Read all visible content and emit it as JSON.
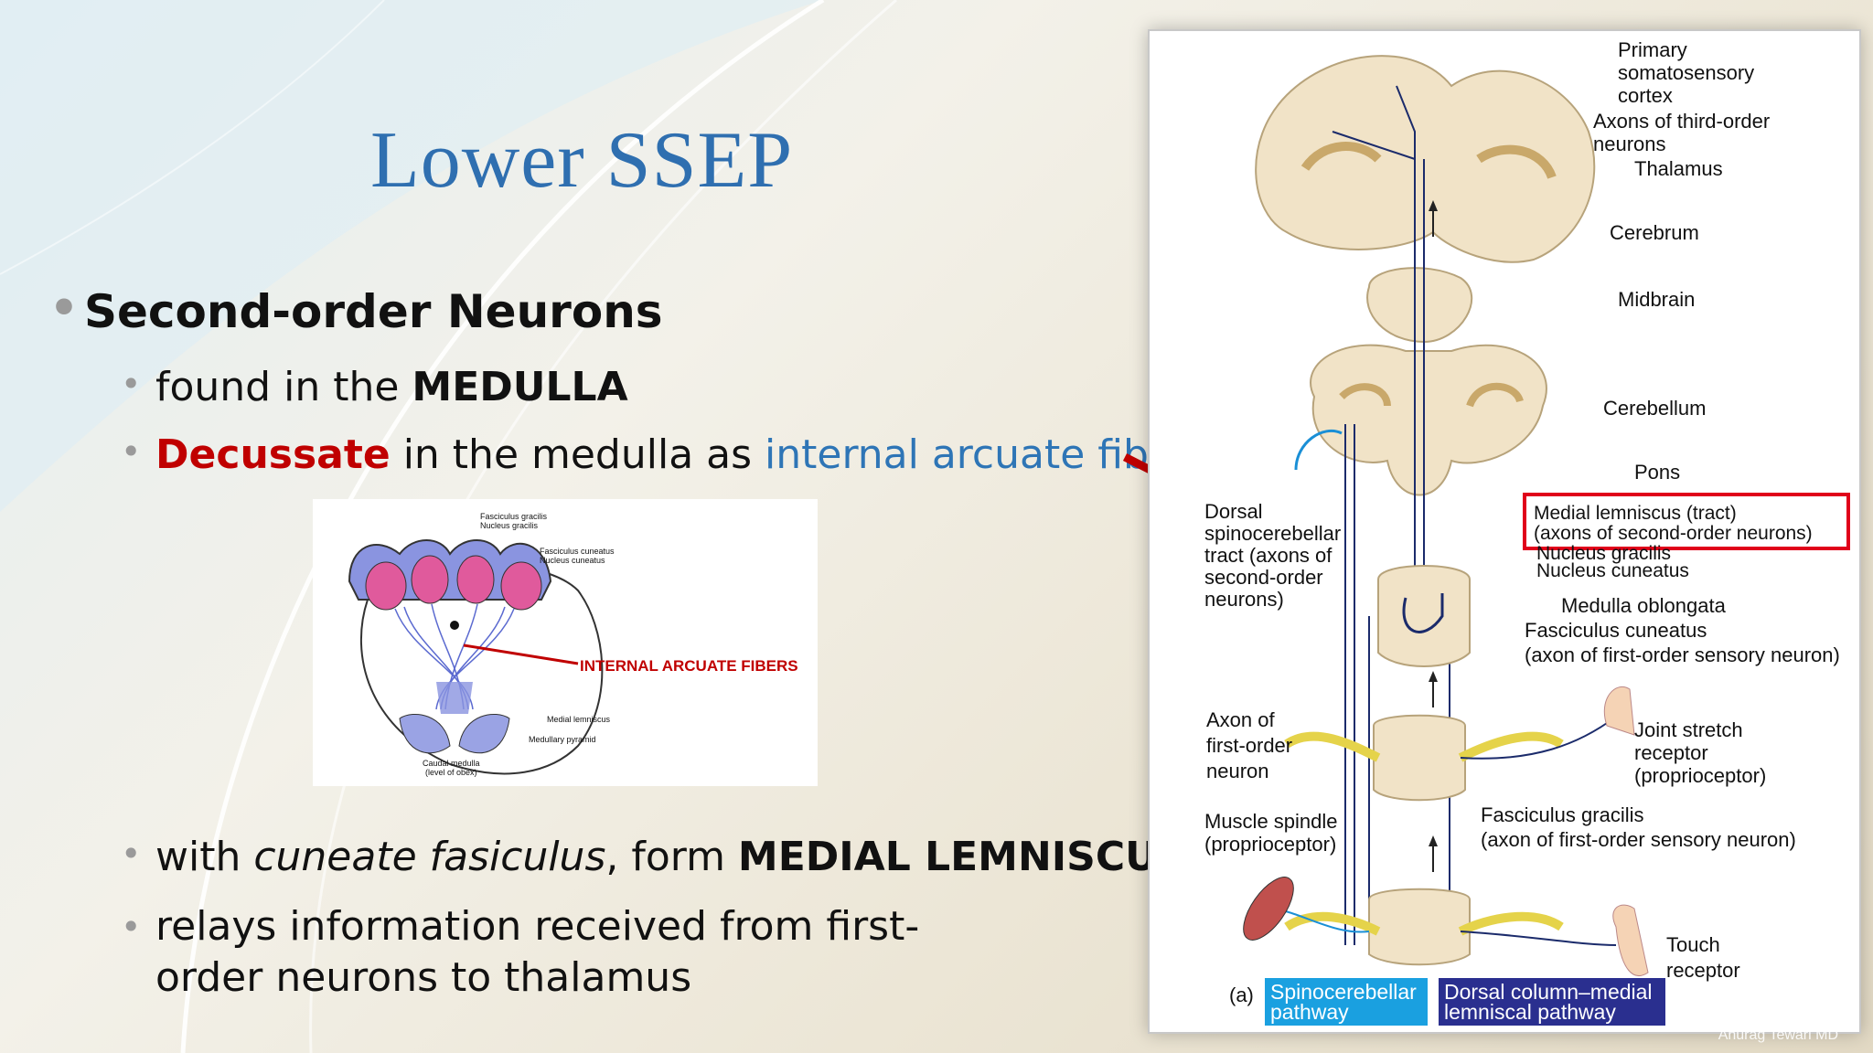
{
  "slide": {
    "title": "Lower SSEP",
    "heading": "Second-order Neurons",
    "bullets": {
      "b1_pre": "found in the ",
      "b1_bold": "MEDULLA",
      "b2_red": "Decussate",
      "b2_mid": " in the medulla as ",
      "b2_blue": "internal arcuate fibers",
      "b3_pre": "with ",
      "b3_it": "cuneate fasiculus",
      "b3_mid": ", form ",
      "b3_bold": "MEDIAL LEMNISCUS",
      "b4": "relays information received from first-order neurons to thalamus"
    },
    "colors": {
      "title": "#2f6fb0",
      "red": "#c00000",
      "blue": "#2e75b6",
      "arrow": "#c00000"
    }
  },
  "medulla_figure": {
    "label_gracilis": "Fasciculus gracilis\nNucleus gracilis",
    "label_cuneatus": "Fasciculus cuneatus\nNucleus cuneatus",
    "label_arcuate": "INTERNAL ARCUATE FIBERS",
    "label_lemniscus": "Medial lemniscus",
    "label_pyramid": "Medullary pyramid",
    "label_caudal": "Caudal medulla\n(level of obex)"
  },
  "pathway_figure": {
    "primary": "Primary\nsomatosensory\ncortex",
    "axons_third": "Axons of third-order\nneurons",
    "thalamus": "Thalamus",
    "cerebrum": "Cerebrum",
    "midbrain": "Midbrain",
    "cerebellum": "Cerebellum",
    "pons": "Pons",
    "medial_lemniscus": "Medial lemniscus (tract)\n(axons of second-order neurons)",
    "nucleus_gracilis": "Nucleus gracilis",
    "nucleus_cuneatus": "Nucleus cuneatus",
    "dorsal_spino": "Dorsal\nspinocerebellar\ntract (axons of\nsecond-order\nneurons)",
    "medulla_oblongata": "Medulla oblongata",
    "fasciculus_cuneatus": "Fasciculus cuneatus\n(axon of first-order sensory neuron)",
    "axon_first": "Axon of\nfirst-order\nneuron",
    "joint_stretch": "Joint stretch\nreceptor\n(proprioceptor)",
    "fasciculus_gracilis": "Fasciculus gracilis\n(axon of first-order sensory neuron)",
    "muscle_spindle": "Muscle spindle\n(proprioceptor)",
    "touch": "Touch\nreceptor",
    "panel": "(a)",
    "spinocerebellar_tag": "Spinocerebellar\npathway",
    "dorsal_column_tag": "Dorsal column–medial\nlemniscal pathway",
    "tag_colors": {
      "spinocerebellar": "#1aa0e0",
      "dorsal_column": "#2a2f8f"
    }
  },
  "watermark": "Anurag Tewari MD"
}
